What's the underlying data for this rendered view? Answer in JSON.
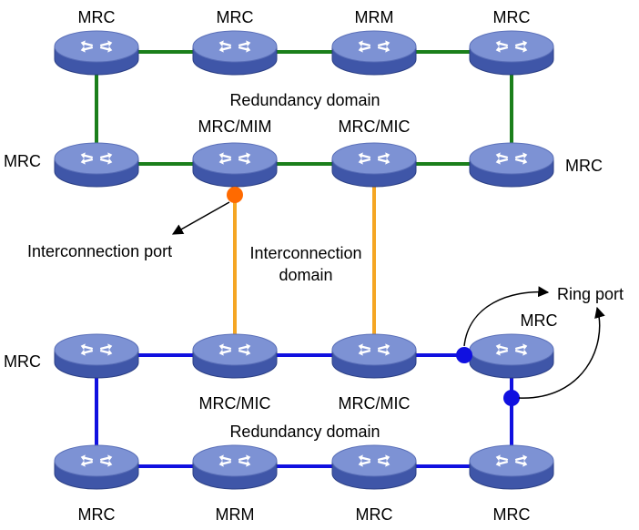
{
  "colors": {
    "upper_ring": "#1b7f1b",
    "interconnect": "#f5a623",
    "lower_ring": "#1010e0",
    "interconnection_port_dot": "#ff6a00",
    "ring_port_dot": "#1010e0",
    "device_body": "#3f56a8",
    "device_top": "#7d92d4"
  },
  "icon": "network-switch-icon",
  "upper_domain": {
    "label": "Redundancy domain",
    "devices": {
      "r1c1": "MRC",
      "r1c2": "MRC",
      "r1c3": "MRM",
      "r1c4": "MRC",
      "r2c1": "MRC",
      "r2c2": "MRC/MIM",
      "r2c3": "MRC/MIC",
      "r2c4": "MRC"
    }
  },
  "interconnection_domain": {
    "label_line1": "Interconnection",
    "label_line2": "domain"
  },
  "callouts": {
    "interconnection_port": "Interconnection port",
    "ring_port": "Ring port"
  },
  "lower_domain": {
    "label": "Redundancy domain",
    "devices": {
      "r3c1": "MRC",
      "r3c2": "MRC/MIC",
      "r3c3": "MRC/MIC",
      "r3c4": "MRC",
      "r4c1": "MRC",
      "r4c2": "MRM",
      "r4c3": "MRC",
      "r4c4": "MRC"
    }
  }
}
